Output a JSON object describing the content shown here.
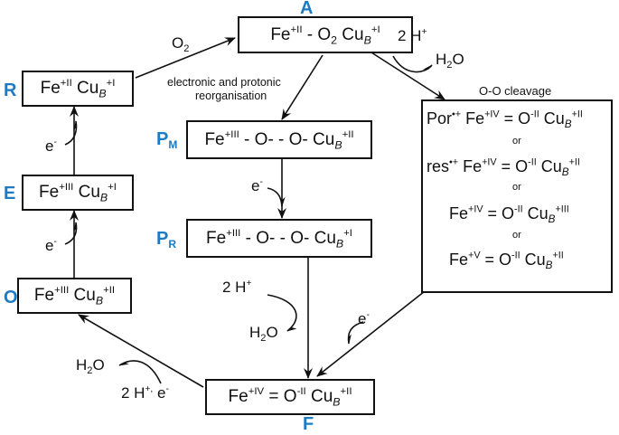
{
  "states": {
    "A": "A",
    "R": "R",
    "E": "E",
    "O": "O",
    "F": "F",
    "PM_main": "P",
    "PM_sub": "M",
    "PR_main": "P",
    "PR_sub": "R"
  },
  "boxes": {
    "A": "Fe+II - O2 CuB+I",
    "R": "Fe+II CuB+I",
    "E": "Fe+III CuB+I",
    "O": "Fe+III CuB+II",
    "PM": "Fe+III - O- - O- CuB+II",
    "PR": "Fe+III - O- - O- CuB+I",
    "F": "Fe+IV = O-II CuB+II"
  },
  "cleavage": {
    "title": "O-O cleavage",
    "lines": [
      "Por•+ Fe+IV = O-II CuB+II",
      "res•+ Fe+IV = O-II CuB+II",
      "Fe+IV = O-II CuB+III",
      "Fe+V = O-II CuB+II"
    ],
    "or_label": "or"
  },
  "labels": {
    "o2": "O2",
    "two_h_top": "2 H+",
    "h2o_top": "H2O",
    "reorg_line1": "electronic and protonic",
    "reorg_line2": "reorganisation",
    "e_pm_pr": "e-",
    "e_r_e": "e-",
    "e_o_e": "e-",
    "two_h_pr": "2 H+",
    "h2o_pr": "H2O",
    "e_cleave_f": "e-",
    "h2o_bottom": "H2O",
    "two_h_e_bottom": "2 H+, e-"
  }
}
